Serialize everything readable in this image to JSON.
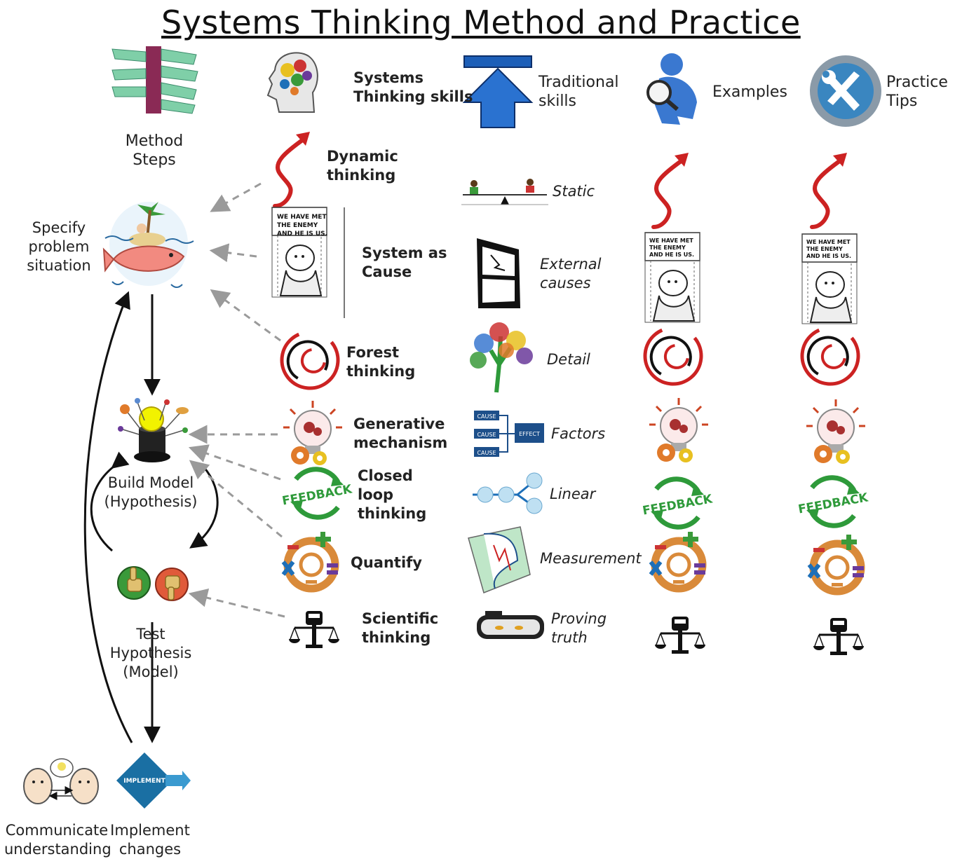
{
  "title": "Systems Thinking Method and Practice",
  "headers": {
    "method_steps": "Method\nSteps",
    "systems_thinking_skills": "Systems\nThinking skills",
    "traditional_skills": "Traditional\nskills",
    "examples": "Examples",
    "practice_tips": "Practice\nTips"
  },
  "steps": {
    "specify": "Specify\nproblem\nsituation",
    "build": "Build Model\n(Hypothesis)",
    "test": "Test\nHypothesis\n(Model)",
    "communicate": "Communicate\nunderstanding",
    "implement": "Implement\nchanges",
    "implement_badge": "IMPLEMENT"
  },
  "skills": [
    {
      "systems": "Dynamic\nthinking",
      "traditional": "Static"
    },
    {
      "systems": "System as\nCause",
      "traditional": "External\ncauses"
    },
    {
      "systems": "Forest\nthinking",
      "traditional": "Detail"
    },
    {
      "systems": "Generative\nmechanism",
      "traditional": "Factors"
    },
    {
      "systems": "Closed\nloop\nthinking",
      "traditional": "Linear"
    },
    {
      "systems": "Quantify",
      "traditional": "Measurement"
    },
    {
      "systems": "Scientific\nthinking",
      "traditional": "Proving\ntruth"
    }
  ],
  "icon_text": {
    "comic": "WE HAVE MET\nTHE ENEMY\nAND HE IS US.",
    "cause": "CAUSE",
    "effect": "EFFECT",
    "feedback": "FEEDBACK"
  },
  "colors": {
    "arrow_red": "#cc2222",
    "feedback_green": "#2e9a3a",
    "implement_blue": "#1a6fa3",
    "header_arrow_blue": "#1d5fb8",
    "dashed_gray": "#9a9a9a"
  }
}
